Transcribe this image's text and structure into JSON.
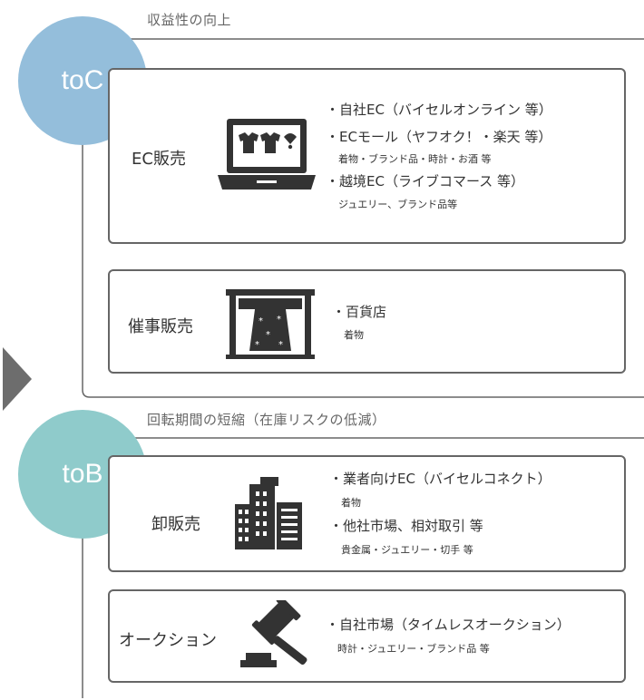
{
  "toc": {
    "label": "toC",
    "title": "収益性の向上",
    "color": "#94bedb",
    "cards": {
      "ec": {
        "label": "EC販売",
        "icon": "laptop-kimono-icon",
        "line1": "・自社EC（バイセルオンライン 等）",
        "line2": "・ECモール（ヤフオク！・楽天 等）",
        "sub2": "着物・ブランド品・時計・お酒 等",
        "line3": "・越境EC（ライブコマース 等）",
        "sub3": "ジュエリー、ブランド品等"
      },
      "event": {
        "label": "催事販売",
        "icon": "kimono-display-icon",
        "line1": "・百貨店",
        "sub1": "着物"
      }
    }
  },
  "tob": {
    "label": "toB",
    "title": "回転期間の短縮（在庫リスクの低減）",
    "color": "#8fcbcb",
    "cards": {
      "wholesale": {
        "label": "卸販売",
        "icon": "buildings-icon",
        "line1": "・業者向けEC（バイセルコネクト）",
        "sub1": "着物",
        "line2": "・他社市場、相対取引 等",
        "sub2": "貴金属・ジュエリー・切手 等"
      },
      "auction": {
        "label": "オークション",
        "icon": "gavel-icon",
        "line1": "・自社市場（タイムレスオークション）",
        "sub1": "時計・ジュエリー・ブランド品 等"
      }
    }
  },
  "arrow_icon": "play-arrow-icon"
}
